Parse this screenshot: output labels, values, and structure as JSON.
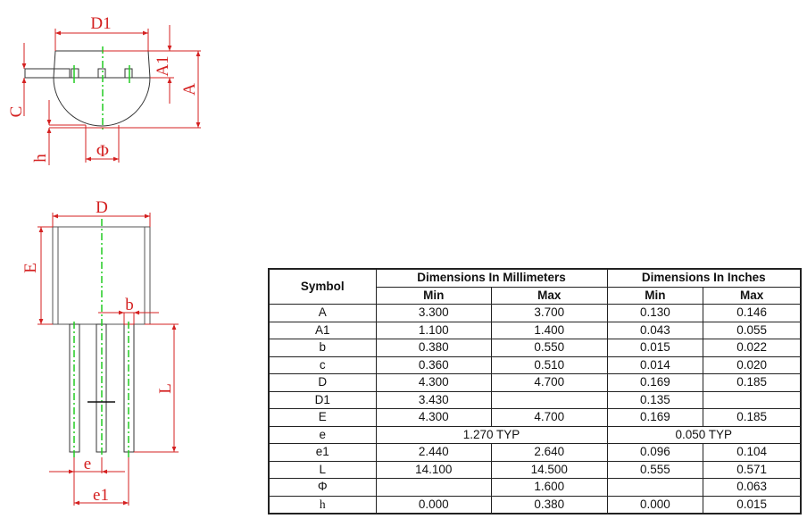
{
  "drawing": {
    "top_view_labels": {
      "D1": "D1",
      "A1": "A1",
      "A": "A",
      "C": "C",
      "h": "h",
      "phi": "Φ"
    },
    "bottom_view_labels": {
      "D": "D",
      "E": "E",
      "b": "b",
      "L": "L",
      "e": "e",
      "e1": "e1"
    },
    "colors": {
      "dimension": "#d42020",
      "centerline": "#22cc22",
      "outline": "#333333"
    }
  },
  "table": {
    "symbol_header": "Symbol",
    "group_mm": "Dimensions In Millimeters",
    "group_in": "Dimensions In Inches",
    "min": "Min",
    "max": "Max",
    "rows": [
      {
        "symbol": "A",
        "mm_min": "3.300",
        "mm_max": "3.700",
        "in_min": "0.130",
        "in_max": "0.146"
      },
      {
        "symbol": "A1",
        "mm_min": "1.100",
        "mm_max": "1.400",
        "in_min": "0.043",
        "in_max": "0.055"
      },
      {
        "symbol": "b",
        "mm_min": "0.380",
        "mm_max": "0.550",
        "in_min": "0.015",
        "in_max": "0.022"
      },
      {
        "symbol": "c",
        "mm_min": "0.360",
        "mm_max": "0.510",
        "in_min": "0.014",
        "in_max": "0.020"
      },
      {
        "symbol": "D",
        "mm_min": "4.300",
        "mm_max": "4.700",
        "in_min": "0.169",
        "in_max": "0.185"
      },
      {
        "symbol": "D1",
        "mm_min": "3.430",
        "mm_max": "",
        "in_min": "0.135",
        "in_max": ""
      },
      {
        "symbol": "E",
        "mm_min": "4.300",
        "mm_max": "4.700",
        "in_min": "0.169",
        "in_max": "0.185"
      },
      {
        "symbol": "e",
        "mm_typ": "1.270 TYP",
        "in_typ": "0.050 TYP"
      },
      {
        "symbol": "e1",
        "mm_min": "2.440",
        "mm_max": "2.640",
        "in_min": "0.096",
        "in_max": "0.104"
      },
      {
        "symbol": "L",
        "mm_min": "14.100",
        "mm_max": "14.500",
        "in_min": "0.555",
        "in_max": "0.571"
      },
      {
        "symbol": "Φ",
        "mm_min": "",
        "mm_max": "1.600",
        "in_min": "",
        "in_max": "0.063"
      },
      {
        "symbol": "h",
        "mm_min": "0.000",
        "mm_max": "0.380",
        "in_min": "0.000",
        "in_max": "0.015"
      }
    ]
  }
}
